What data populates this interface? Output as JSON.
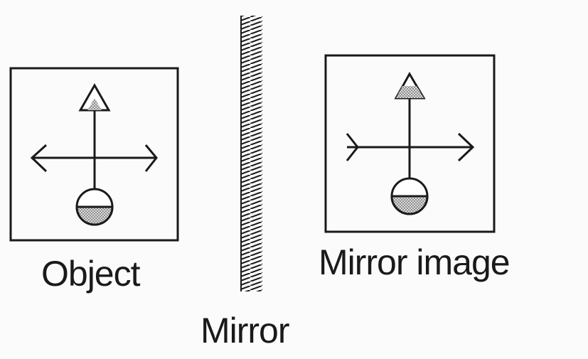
{
  "labels": {
    "object": "Object",
    "mirror": "Mirror",
    "mirror_image": "Mirror image"
  },
  "colors": {
    "ink": "#1a1a1a",
    "background": "#fbfbfb"
  }
}
